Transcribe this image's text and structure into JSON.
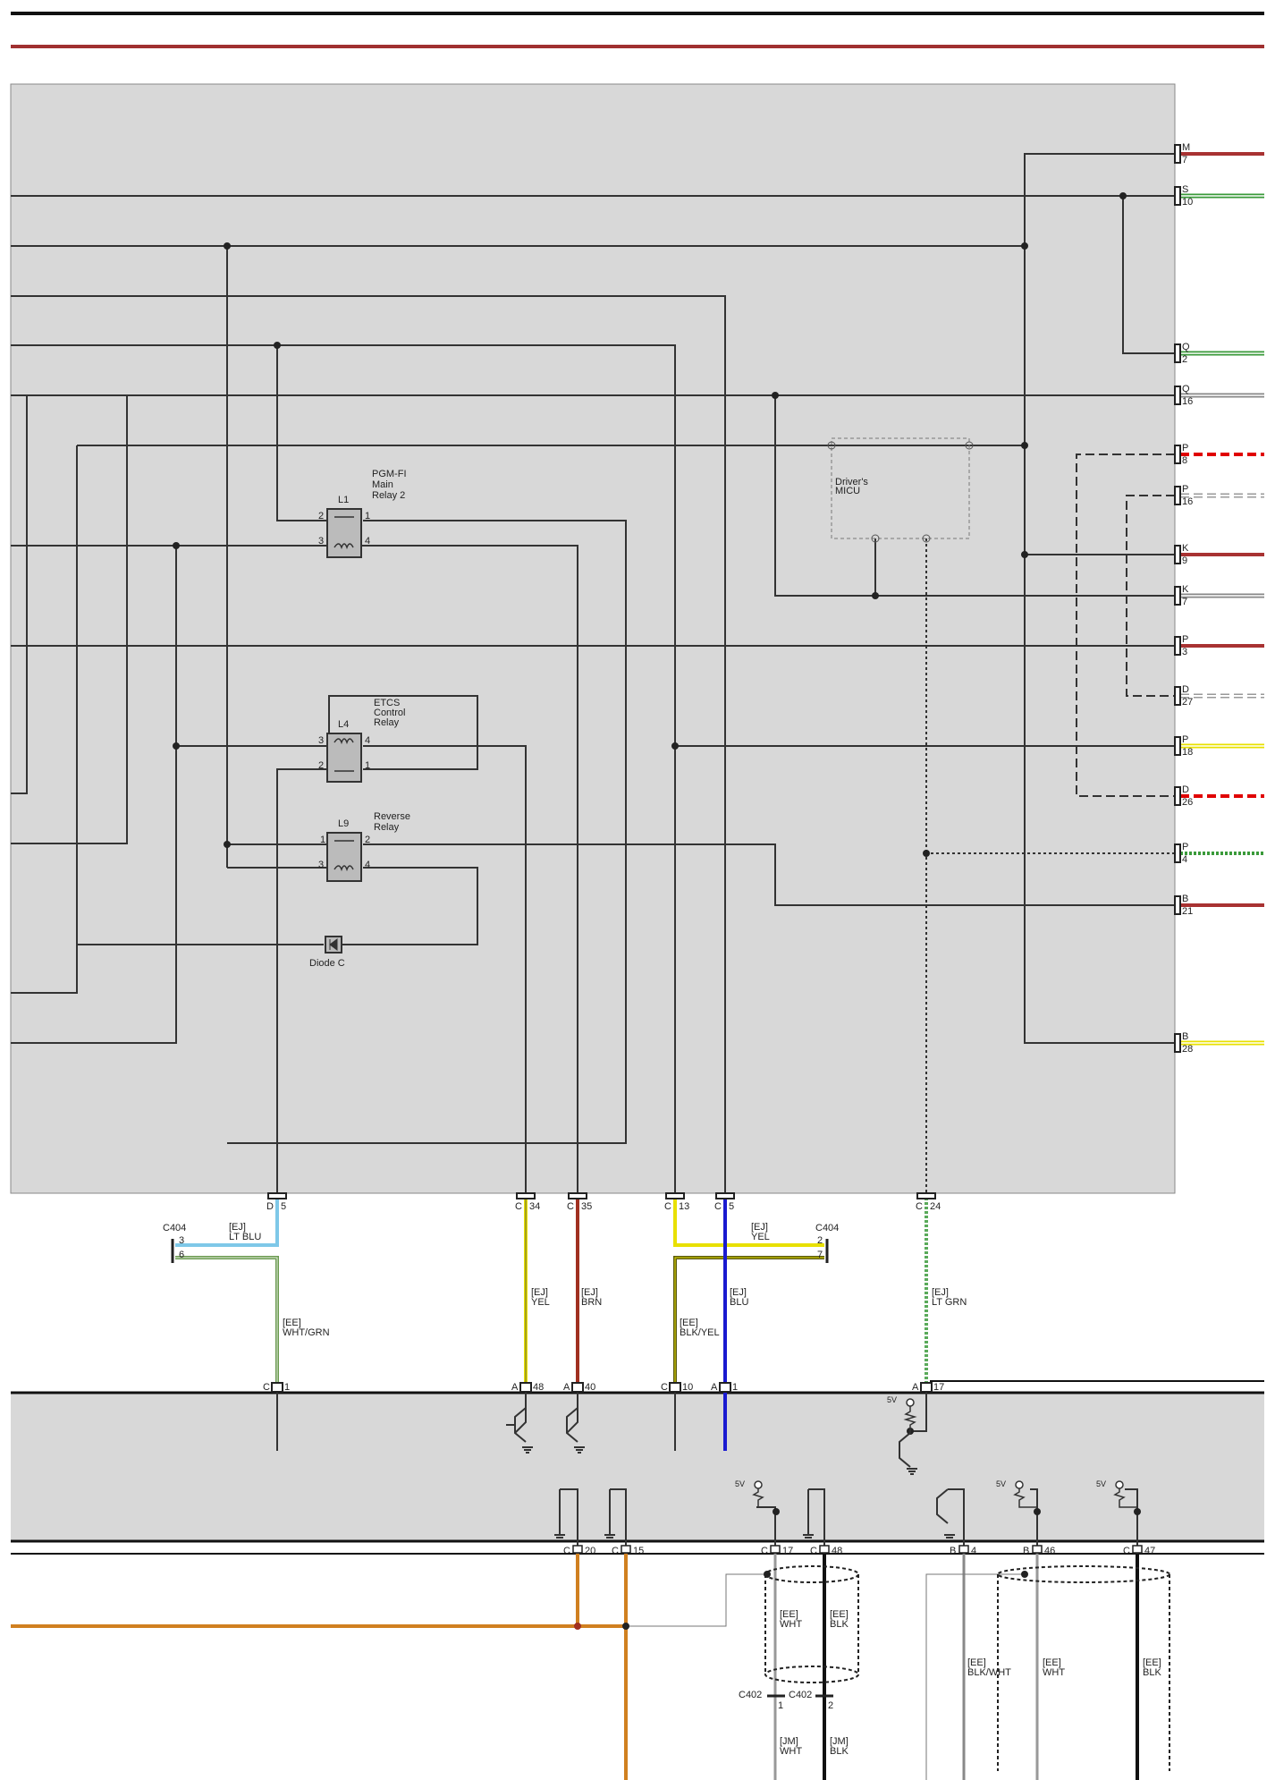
{
  "connectors_right": [
    {
      "id": "r-m7",
      "conn": "M",
      "pin": "7"
    },
    {
      "id": "r-s10",
      "conn": "S",
      "pin": "10"
    },
    {
      "id": "r-q2",
      "conn": "Q",
      "pin": "2"
    },
    {
      "id": "r-q16",
      "conn": "Q",
      "pin": "16"
    },
    {
      "id": "r-p8",
      "conn": "P",
      "pin": "8"
    },
    {
      "id": "r-p16",
      "conn": "P",
      "pin": "16"
    },
    {
      "id": "r-k9",
      "conn": "K",
      "pin": "9"
    },
    {
      "id": "r-k7",
      "conn": "K",
      "pin": "7"
    },
    {
      "id": "r-p3",
      "conn": "P",
      "pin": "3"
    },
    {
      "id": "r-d27",
      "conn": "D",
      "pin": "27"
    },
    {
      "id": "r-p18",
      "conn": "P",
      "pin": "18"
    },
    {
      "id": "r-d26",
      "conn": "D",
      "pin": "26"
    },
    {
      "id": "r-p4",
      "conn": "P",
      "pin": "4"
    },
    {
      "id": "r-b21",
      "conn": "B",
      "pin": "21"
    },
    {
      "id": "r-b28",
      "conn": "B",
      "pin": "28"
    }
  ],
  "relays": [
    {
      "id": "l1",
      "code": "L1",
      "name": [
        "PGM-FI",
        "Main",
        "Relay 2"
      ],
      "pins": [
        "2",
        "1",
        "3",
        "4"
      ]
    },
    {
      "id": "l4",
      "code": "L4",
      "name": [
        "ETCS",
        "Control",
        "Relay"
      ],
      "pins": [
        "3",
        "4",
        "2",
        "1"
      ]
    },
    {
      "id": "l9",
      "code": "L9",
      "name": [
        "Reverse",
        "Relay"
      ],
      "pins": [
        "1",
        "2",
        "3",
        "4"
      ]
    }
  ],
  "diode_label": "Diode C",
  "micu_label": [
    "Driver's",
    "MICU"
  ],
  "bottom_connectors_upper": [
    {
      "id": "u-d5",
      "conn": "D",
      "pin": "5"
    },
    {
      "id": "u-c34",
      "conn": "C",
      "pin": "34"
    },
    {
      "id": "u-c35",
      "conn": "C",
      "pin": "35"
    },
    {
      "id": "u-c13",
      "conn": "C",
      "pin": "13"
    },
    {
      "id": "u-c5",
      "conn": "C",
      "pin": "5"
    },
    {
      "id": "u-c24",
      "conn": "C",
      "pin": "24"
    }
  ],
  "bottom_connectors_lower": [
    {
      "id": "l-c1",
      "conn": "C",
      "pin": "1"
    },
    {
      "id": "l-a48",
      "conn": "A",
      "pin": "48"
    },
    {
      "id": "l-a40",
      "conn": "A",
      "pin": "40"
    },
    {
      "id": "l-c10",
      "conn": "C",
      "pin": "10"
    },
    {
      "id": "l-a1",
      "conn": "A",
      "pin": "1"
    },
    {
      "id": "l-a17",
      "conn": "A",
      "pin": "17"
    }
  ],
  "third_row_connectors": [
    {
      "id": "t-c20",
      "conn": "C",
      "pin": "20"
    },
    {
      "id": "t-c15",
      "conn": "C",
      "pin": "15"
    },
    {
      "id": "t-c17",
      "conn": "C",
      "pin": "17"
    },
    {
      "id": "t-c48",
      "conn": "C",
      "pin": "48"
    },
    {
      "id": "t-b4",
      "conn": "B",
      "pin": "4"
    },
    {
      "id": "t-b46",
      "conn": "B",
      "pin": "46"
    },
    {
      "id": "t-c47",
      "conn": "C",
      "pin": "47"
    }
  ],
  "c404_left": {
    "label": "C404",
    "pins": [
      "3",
      "6"
    ]
  },
  "c404_right": {
    "label": "C404",
    "pins": [
      "2",
      "7"
    ]
  },
  "c402": [
    {
      "label": "C402",
      "pin": "1"
    },
    {
      "label": "C402",
      "pin": "2"
    }
  ],
  "wire_labels": {
    "ltblu": [
      "[EJ]",
      "LT BLU"
    ],
    "whtgrn": [
      "[EE]",
      "WHT/GRN"
    ],
    "yel1": [
      "[EJ]",
      "YEL"
    ],
    "brn": [
      "[EJ]",
      "BRN"
    ],
    "yel2": [
      "[EJ]",
      "YEL"
    ],
    "blu": [
      "[EJ]",
      "BLU"
    ],
    "blkyel": [
      "[EE]",
      "BLK/YEL"
    ],
    "ltgrn": [
      "[EJ]",
      "LT GRN"
    ],
    "ee_wht1": [
      "[EE]",
      "WHT"
    ],
    "ee_blk1": [
      "[EE]",
      "BLK"
    ],
    "jm_wht": [
      "[JM]",
      "WHT"
    ],
    "jm_blk": [
      "[JM]",
      "BLK"
    ],
    "ee_blkwht": [
      "[EE]",
      "BLK/WHT"
    ],
    "ee_wht2": [
      "[EE]",
      "WHT"
    ],
    "ee_blk2": [
      "[EE]",
      "BLK"
    ]
  },
  "supply_label": "5V",
  "colors": {
    "red": "#a83232",
    "green": "#3a9a3a",
    "yellow": "#e8e000",
    "blue": "#1a1ad0",
    "ltblue": "#7ec8e8",
    "brown": "#a03020",
    "orange": "#d08020",
    "panel": "#d8d8d8"
  }
}
